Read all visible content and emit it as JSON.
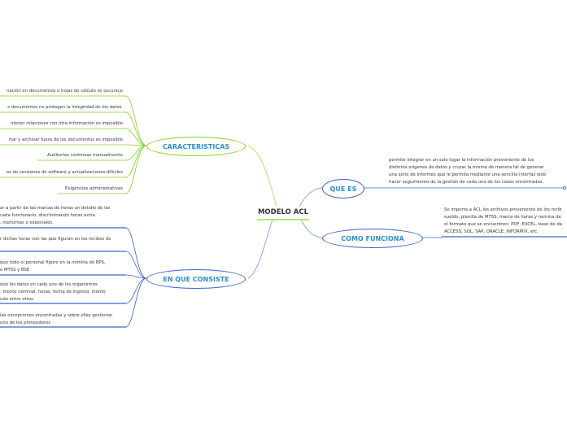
{
  "central": {
    "label": "MODELO ACL"
  },
  "topics": {
    "caracteristicas": "CARACTERISTICAS",
    "en_que_consiste": "EN QUE CONSISTE",
    "que_es": "QUE ES",
    "como_funciona": "COMO FUNCIONA"
  },
  "caracteristicas_items": [
    "nación en documentos u hojas de cálculo se oscurece",
    "s documentos no protegen la integridad de los datos.",
    "ntener relaciones con otra información es imposible",
    "rtar y archivar fuera de los documentos es imposible",
    "Auditorías continuas manualmente",
    "os de versiones de software y actualizaciones difíciles",
    "Exigencias administrativas"
  ],
  "en_que_consiste_items": [
    [
      "ar a partir de las marcas de horas un detalle de las",
      "cada funcionario, discriminando horas extra",
      ", nocturnas o especiales."
    ],
    [
      "r dichas horas con las que figuran en los recibos de"
    ],
    [
      "que todo el personal figure en la nómina de BPS,",
      "e MTSS y BSE"
    ],
    [
      "que los datos en cada uno de los organismos",
      ": monto nominal, horas, fecha de ingreso, monto",
      "udo entre otros."
    ],
    [
      "las excepciones encontradas y sobre ellas gestionar",
      "uno de los proveedores"
    ]
  ],
  "que_es_text": [
    "permite integrar en un solo lugar la información proveniente de los",
    "distintos orígenes de datos y cruzar la misma de manera tal de generar",
    "una serie de informes que le permita mediante una sencilla interfaz web",
    "hacer seguimiento de la gestión de cada uno de los casos encontrados."
  ],
  "como_funciona_text": [
    "Se importa a ACL los archivos proveniente de los recib",
    "sueldo, planilla de MTSS, marca de horas y nomina de",
    "el formato que se encuentren: PDF, EXCEL, base de da",
    "ACCESS, SQL, SAP, ORACLE, INFORMIX, etc."
  ],
  "colors": {
    "green_branch": "#7ed321",
    "blue_branch": "#3a63c9",
    "topic_text": "#2a8fd0",
    "central_underline": "#b6e86d"
  }
}
